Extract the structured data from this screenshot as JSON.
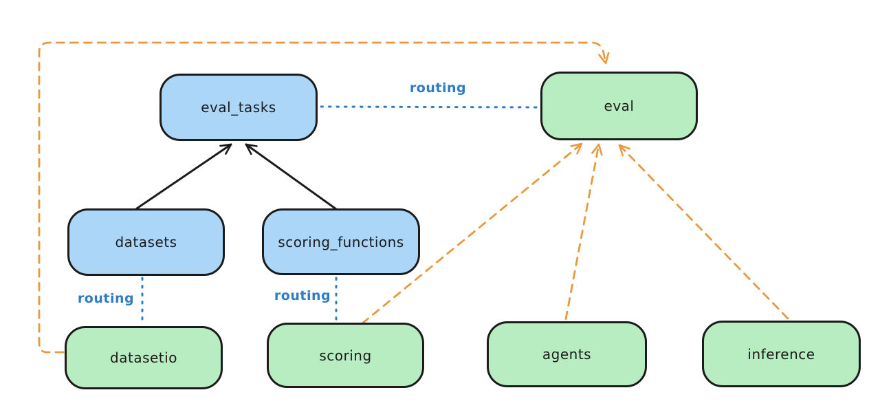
{
  "diagram": {
    "kind": "api-routing-diagram",
    "background": "#ffffff",
    "colors": {
      "blue_node_fill": "#abd6f8",
      "green_node_fill": "#b7edc0",
      "node_stroke": "#1b1b1b",
      "solid_arrow": "#1b1b1b",
      "routing_line_blue": "#2e7cc3",
      "dashed_arrow_orange": "#e9993d"
    },
    "nodes": [
      {
        "id": "eval_tasks",
        "label": "eval_tasks",
        "fill": "blue"
      },
      {
        "id": "eval",
        "label": "eval",
        "fill": "green"
      },
      {
        "id": "datasets",
        "label": "datasets",
        "fill": "blue"
      },
      {
        "id": "scoring_functions",
        "label": "scoring_functions",
        "fill": "blue"
      },
      {
        "id": "datasetio",
        "label": "datasetio",
        "fill": "green"
      },
      {
        "id": "scoring",
        "label": "scoring",
        "fill": "green"
      },
      {
        "id": "agents",
        "label": "agents",
        "fill": "green"
      },
      {
        "id": "inference",
        "label": "inference",
        "fill": "green"
      }
    ],
    "edges": [
      {
        "from": "datasets",
        "to": "eval_tasks",
        "style": "solid",
        "arrow": true,
        "color": "black"
      },
      {
        "from": "scoring_functions",
        "to": "eval_tasks",
        "style": "solid",
        "arrow": true,
        "color": "black"
      },
      {
        "from": "eval_tasks",
        "to": "eval",
        "style": "dotted",
        "arrow": false,
        "color": "blue",
        "label": "routing"
      },
      {
        "from": "datasets",
        "to": "datasetio",
        "style": "dotted",
        "arrow": false,
        "color": "blue",
        "label": "routing"
      },
      {
        "from": "scoring_functions",
        "to": "scoring",
        "style": "dotted",
        "arrow": false,
        "color": "blue",
        "label": "routing"
      },
      {
        "from": "datasetio",
        "to": "eval",
        "style": "dashed",
        "arrow": true,
        "color": "orange"
      },
      {
        "from": "scoring",
        "to": "eval",
        "style": "dashed",
        "arrow": true,
        "color": "orange"
      },
      {
        "from": "agents",
        "to": "eval",
        "style": "dashed",
        "arrow": true,
        "color": "orange"
      },
      {
        "from": "inference",
        "to": "eval",
        "style": "dashed",
        "arrow": true,
        "color": "orange"
      }
    ],
    "edge_labels": [
      {
        "text": "routing"
      },
      {
        "text": "routing"
      },
      {
        "text": "routing"
      }
    ]
  }
}
